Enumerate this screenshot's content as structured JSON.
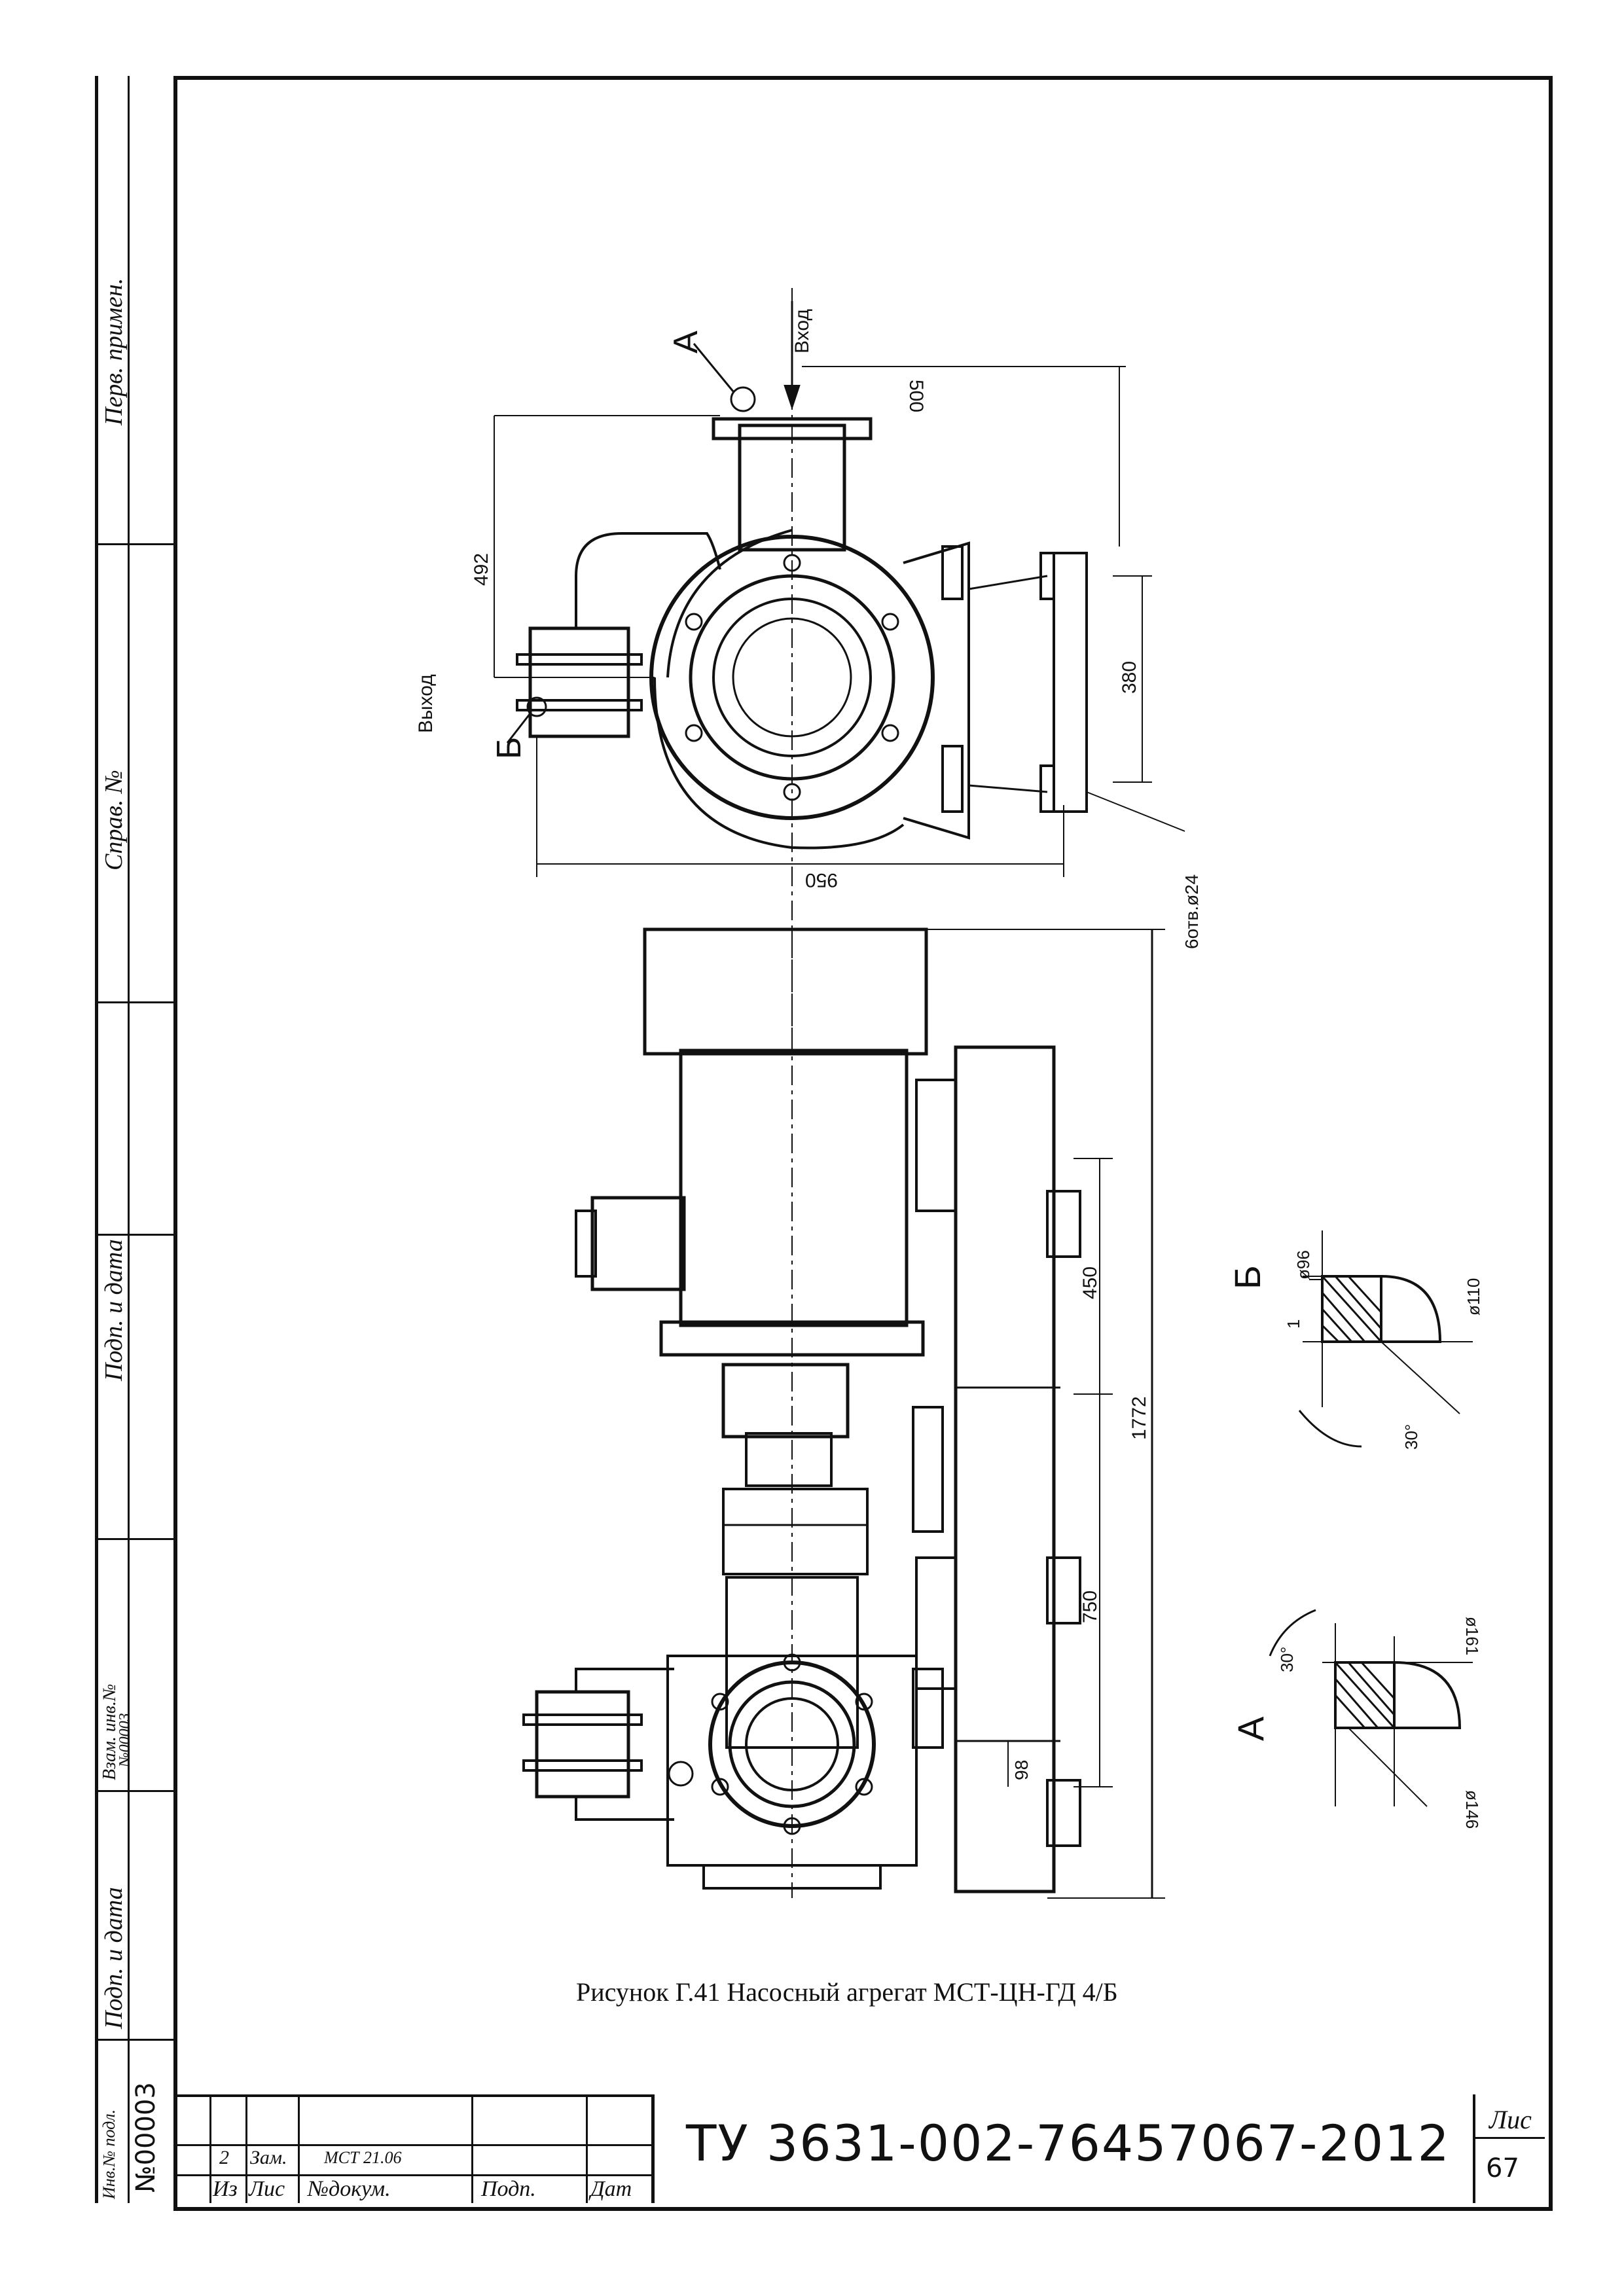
{
  "caption": "Рисунок Г.41 Насосный агрегат МСТ-ЦН-ГД 4/Б",
  "title_block": {
    "doc_number": "ТУ 3631-002-76457067-2012",
    "sheet_label": "Лис",
    "sheet_number": "67",
    "change_no": "2",
    "change_type": "Зам.",
    "doc_ref": "МСТ 21.06",
    "col_iz": "Из",
    "col_lis": "Лис",
    "col_doc": "№докум.",
    "col_sign": "Подп.",
    "col_date": "Дат"
  },
  "side_stamp": {
    "perv_primen": "Перв. примен.",
    "sprav_no": "Справ. №",
    "podp_data_top": "Подп. и дата",
    "vzam_inv": "Взам. инв.№",
    "vzam_inv_value": "№00003",
    "podp_data_bottom": "Подп. и дата",
    "inv_podl": "Инв.№ подл.",
    "inv_podl_value": "№00003"
  },
  "drawing": {
    "inlet": "Вход",
    "outlet": "Выход",
    "view_a": "А",
    "view_b": "Б",
    "dim_500": "500",
    "dim_492": "492",
    "dim_380": "380",
    "dim_950": "950",
    "holes": "6отв.ø24",
    "dim_450": "450",
    "dim_1772": "1772",
    "dim_750": "750",
    "dim_98": "98",
    "dim_d96": "ø96",
    "dim_d110": "ø110",
    "dim_1": "1",
    "angle_b": "30°",
    "angle_a": "30°",
    "dim_d161": "ø161",
    "dim_d146": "ø146"
  }
}
